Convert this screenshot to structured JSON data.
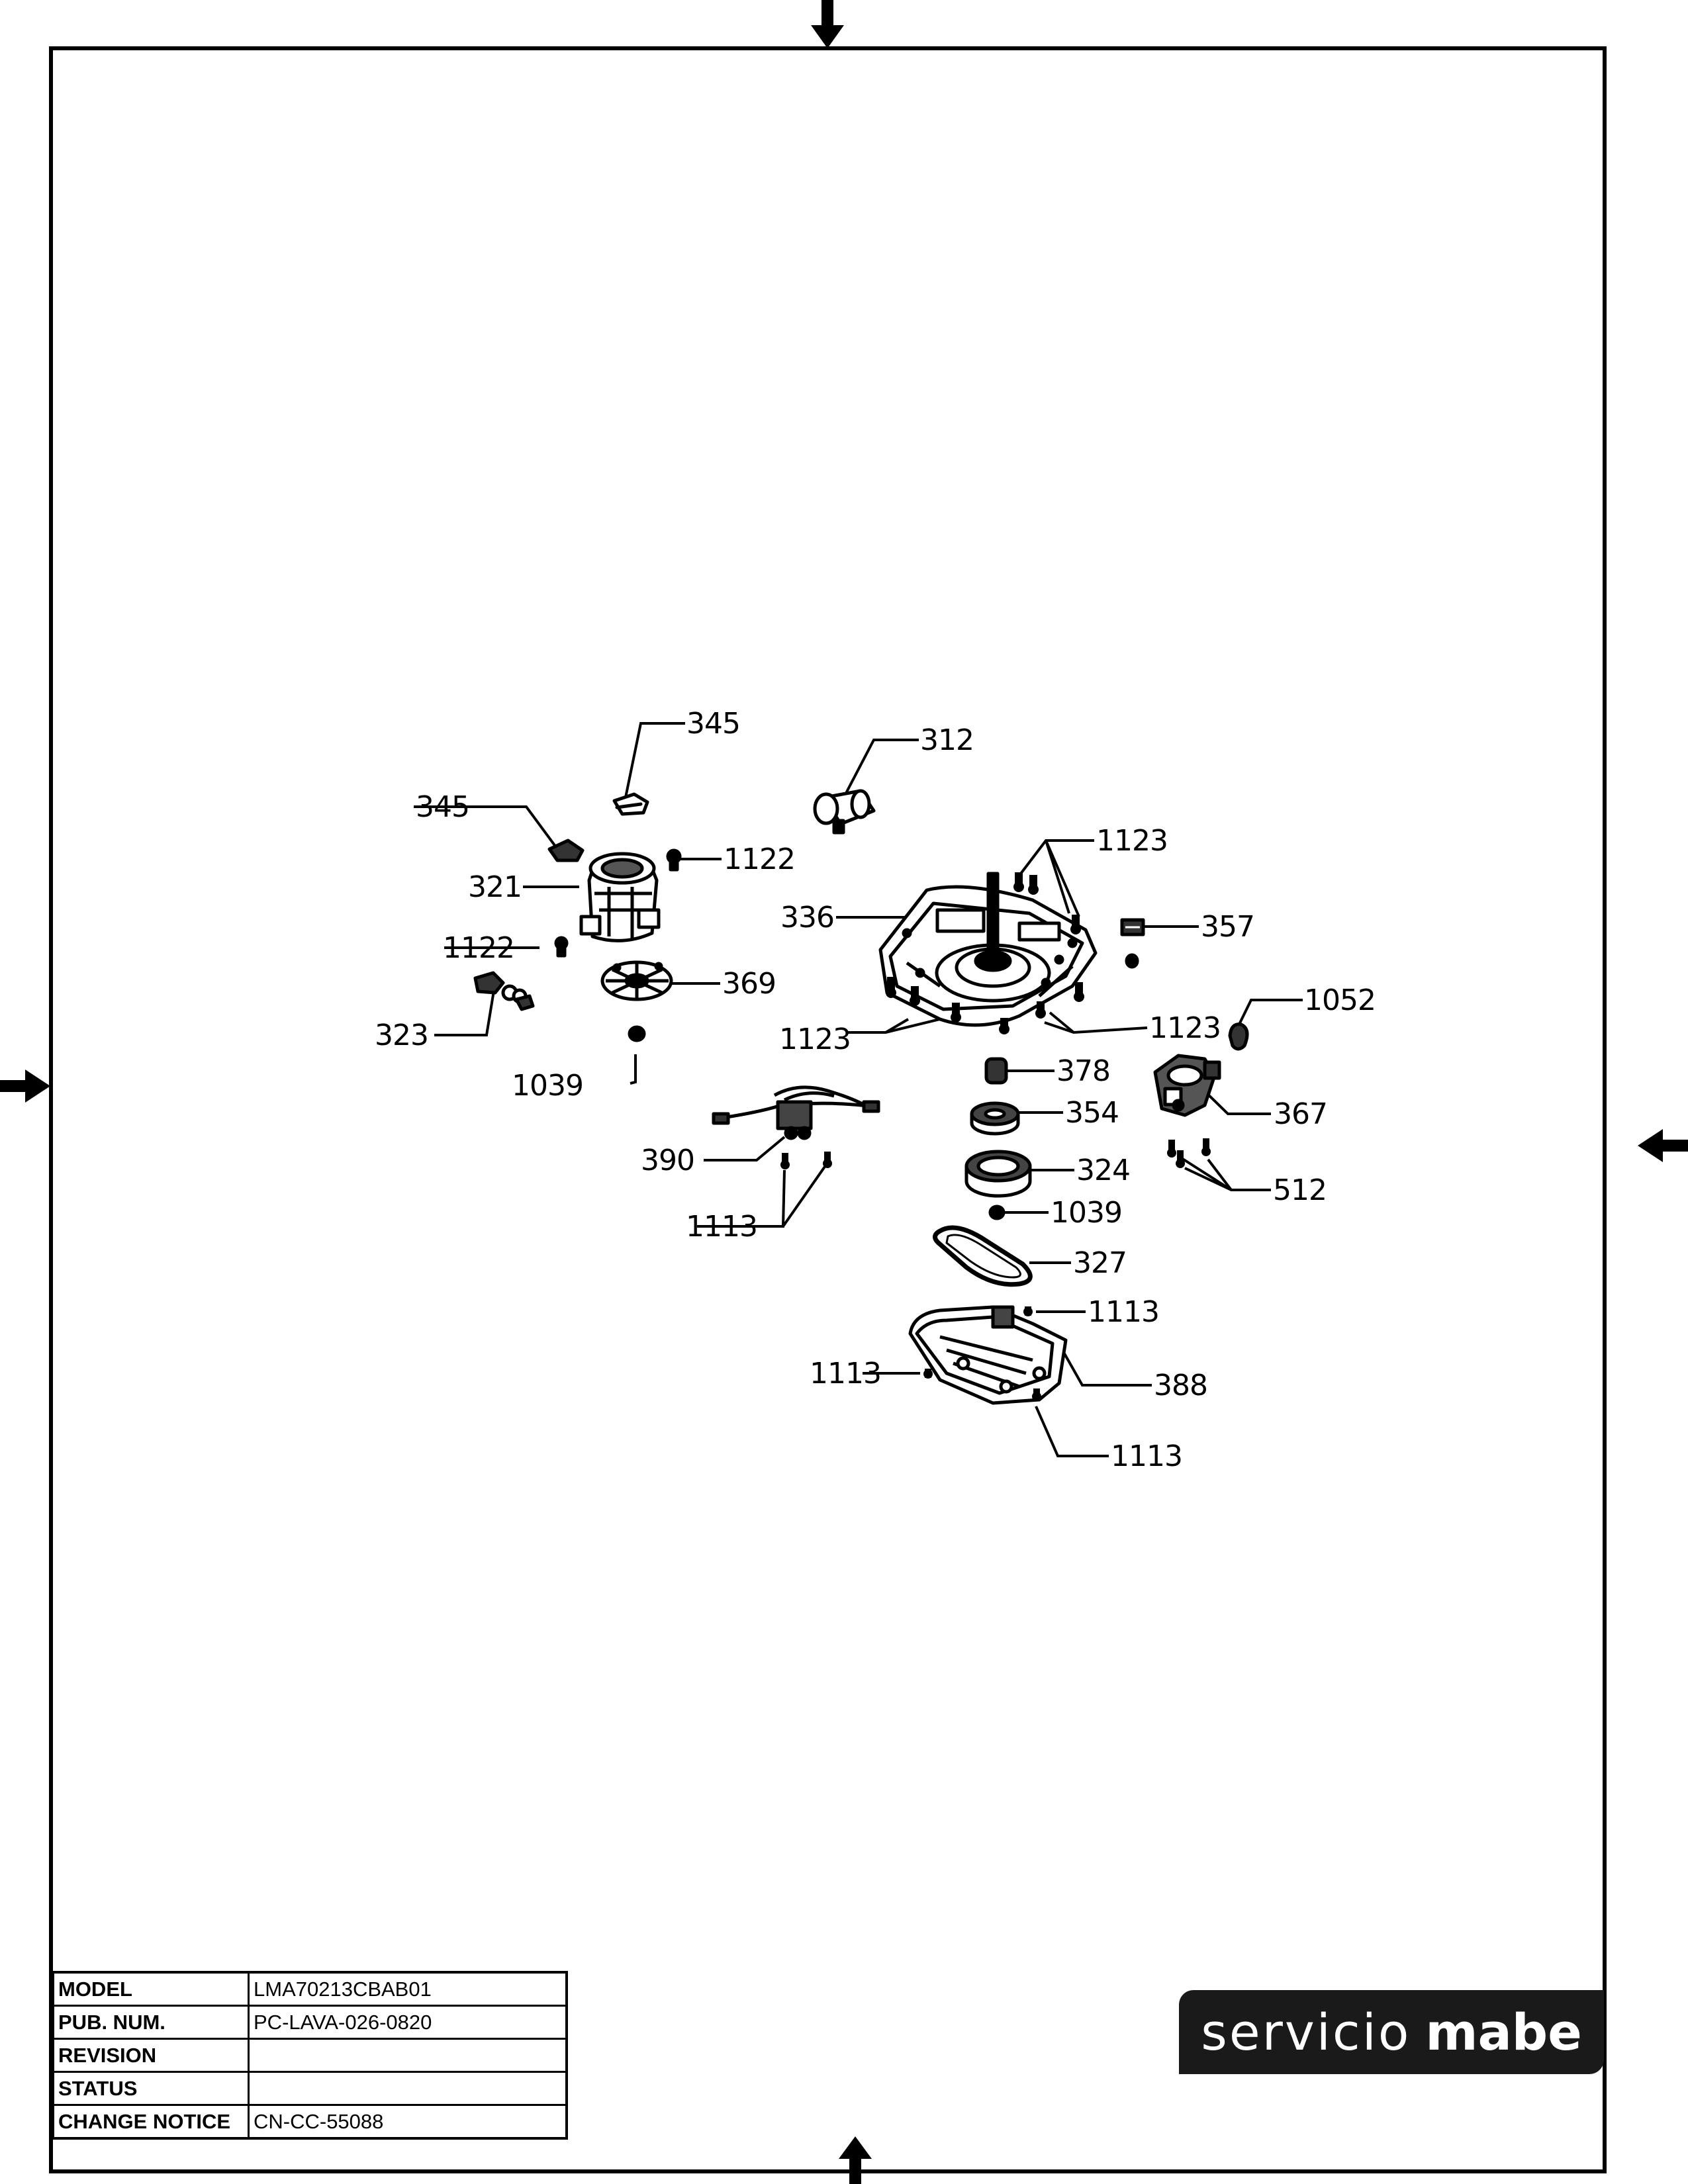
{
  "diagram": {
    "callouts": [
      "345",
      "345",
      "312",
      "1122",
      "321",
      "1123",
      "336",
      "357",
      "1122",
      "369",
      "323",
      "1123",
      "1123",
      "1052",
      "1039",
      "378",
      "354",
      "367",
      "390",
      "324",
      "512",
      "1113",
      "1039",
      "327",
      "1113",
      "1113",
      "388",
      "1113"
    ]
  },
  "title_block": {
    "rows": [
      {
        "label": "MODEL",
        "value": "LMA70213CBAB01"
      },
      {
        "label": "PUB. NUM.",
        "value": "PC-LAVA-026-0820"
      },
      {
        "label": "REVISION",
        "value": ""
      },
      {
        "label": "STATUS",
        "value": ""
      },
      {
        "label": "CHANGE NOTICE",
        "value": "CN-CC-55088"
      }
    ]
  },
  "brand": {
    "light": "servicio",
    "bold": "mabe"
  }
}
